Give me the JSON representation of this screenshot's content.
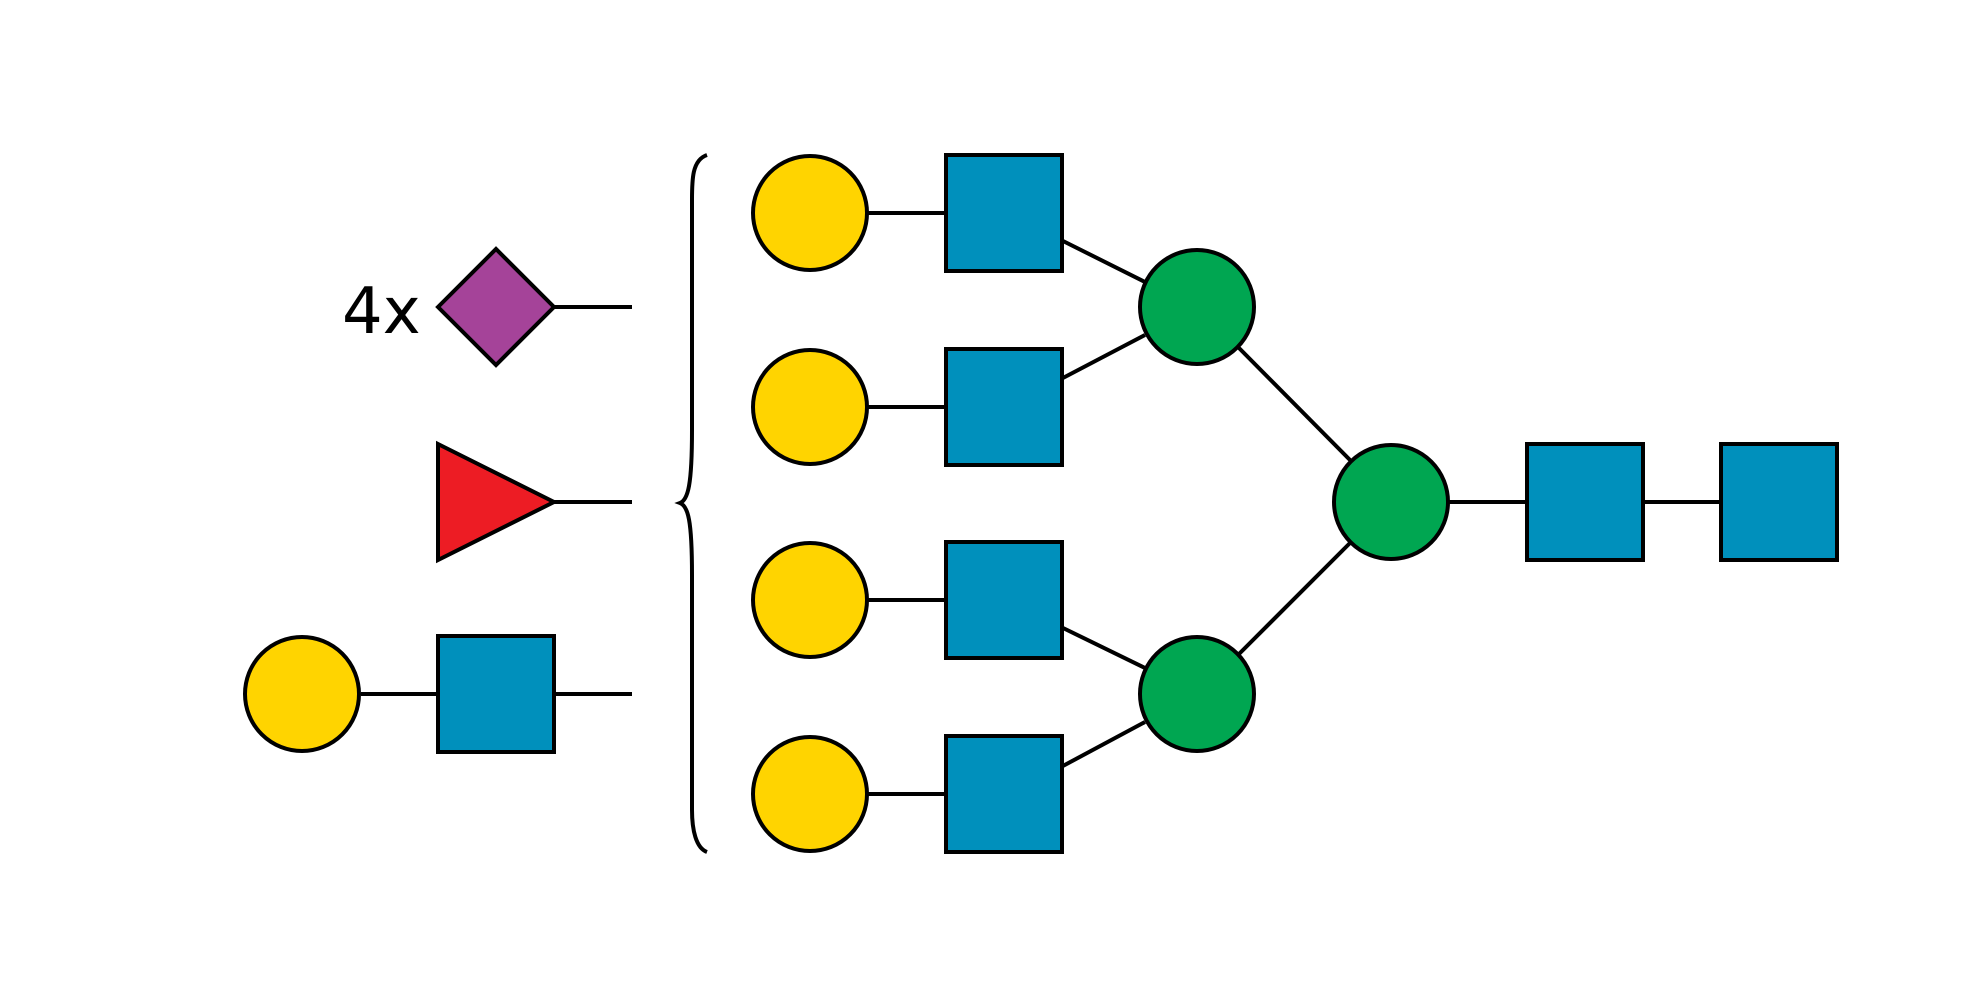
{
  "multiplier_label": "4x",
  "colors": {
    "galactose": "#FFD400",
    "glcnac": "#0090BC",
    "mannose": "#00A651",
    "neuac": "#A54399",
    "fucose": "#ED1C24",
    "outline": "#000000",
    "background": "#FFFFFF"
  },
  "legend_items": [
    {
      "symbol": "purple-diamond",
      "name": "neuac",
      "count_label": "4x"
    },
    {
      "symbol": "red-triangle",
      "name": "fucose"
    },
    {
      "symbol": "yellow-circle-blue-square",
      "name": "galactose-glcnac"
    }
  ],
  "core": {
    "reducing_end": [
      "glcnac",
      "glcnac"
    ],
    "branch_point": "mannose",
    "arms": [
      "mannose",
      "mannose"
    ],
    "antennae": [
      "galactose-glcnac",
      "galactose-glcnac",
      "galactose-glcnac",
      "galactose-glcnac"
    ]
  }
}
